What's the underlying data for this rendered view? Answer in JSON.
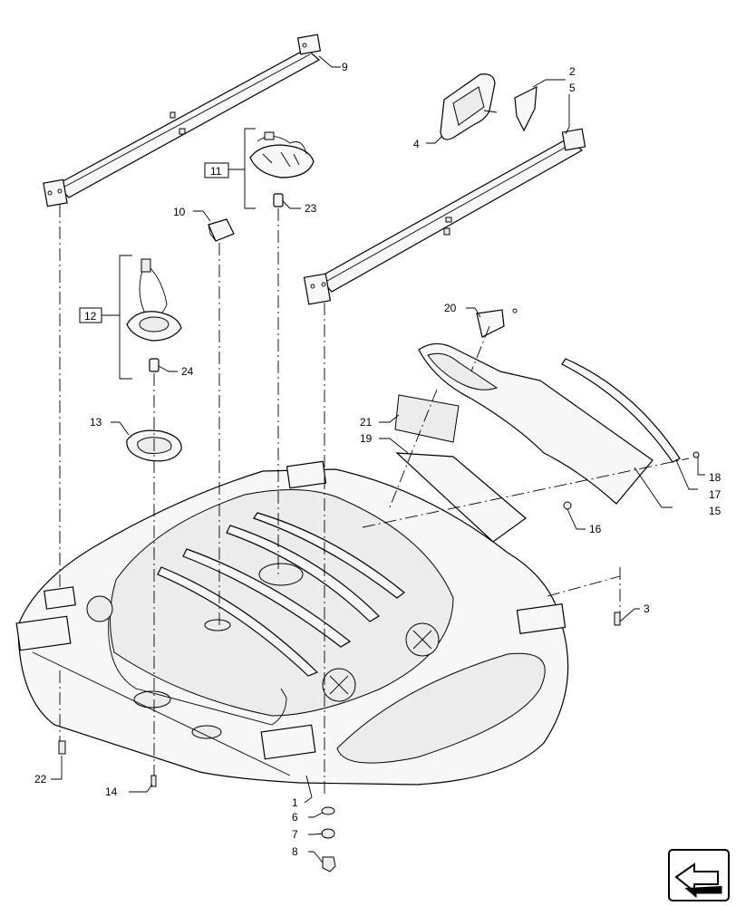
{
  "callouts": {
    "c1": "1",
    "c2": "2",
    "c3": "3",
    "c4": "4",
    "c5": "5",
    "c6": "6",
    "c7": "7",
    "c8": "8",
    "c9": "9",
    "c10": "10",
    "c11": "11",
    "c12": "12",
    "c13": "13",
    "c14": "14",
    "c15": "15",
    "c16": "16",
    "c17": "17",
    "c18": "18",
    "c19": "19",
    "c20": "20",
    "c21": "21",
    "c22": "22",
    "c23": "23",
    "c24": "24"
  },
  "nav_icon": "next-page-arrow-icon"
}
